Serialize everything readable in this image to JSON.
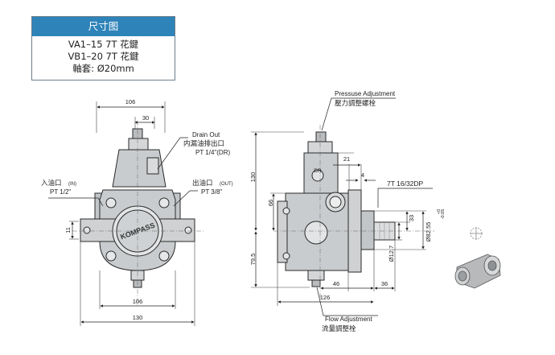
{
  "spec_table": {
    "header": "尺寸图",
    "rows": [
      "VA1–15  7T  花鍵",
      "VB1–20  7T  花鍵",
      "軸套:  Ø20mm"
    ]
  },
  "front_view": {
    "width_top": "106",
    "width_inner_top": "30",
    "drain_label_en": "Drain Out",
    "drain_label_cn": "内漏油排出口",
    "drain_thread": "PT 1/4\"(DR)",
    "inlet_label_cn": "入油口",
    "inlet_tag": "(IN)",
    "inlet_thread": "PT 1/2\"",
    "outlet_label_cn": "出油口",
    "outlet_tag": "(OUT)",
    "outlet_thread": "PT 3/8\"",
    "side_dim": "11",
    "brand": "KOMPASS",
    "width_bottom_inner": "106",
    "width_bottom": "130"
  },
  "side_view": {
    "pressure_label_en": "Pressuse Adjustment",
    "pressure_label_cn": "壓力調整螺栓",
    "dim_21": "21",
    "dim_4": "4",
    "spline": "7T 16/32DP",
    "dr_mark": "DR",
    "dim_130": "130",
    "dim_66": "66",
    "dim_33": "33",
    "dim_82_55": "Ø82.55",
    "tol_upper": "+0",
    "tol_lower": "-0.05",
    "dim_12_7": "Ø12.7",
    "dim_79_5": "79.5",
    "dim_46": "46",
    "dim_36": "36",
    "dim_126": "126",
    "flow_label_en": "Flow Adjustment",
    "flow_label_cn": "流量調整栓"
  },
  "colors": {
    "header_bg": "#2e83b9",
    "body_fill": "#c9ccce",
    "stroke": "#2a2a2a"
  }
}
